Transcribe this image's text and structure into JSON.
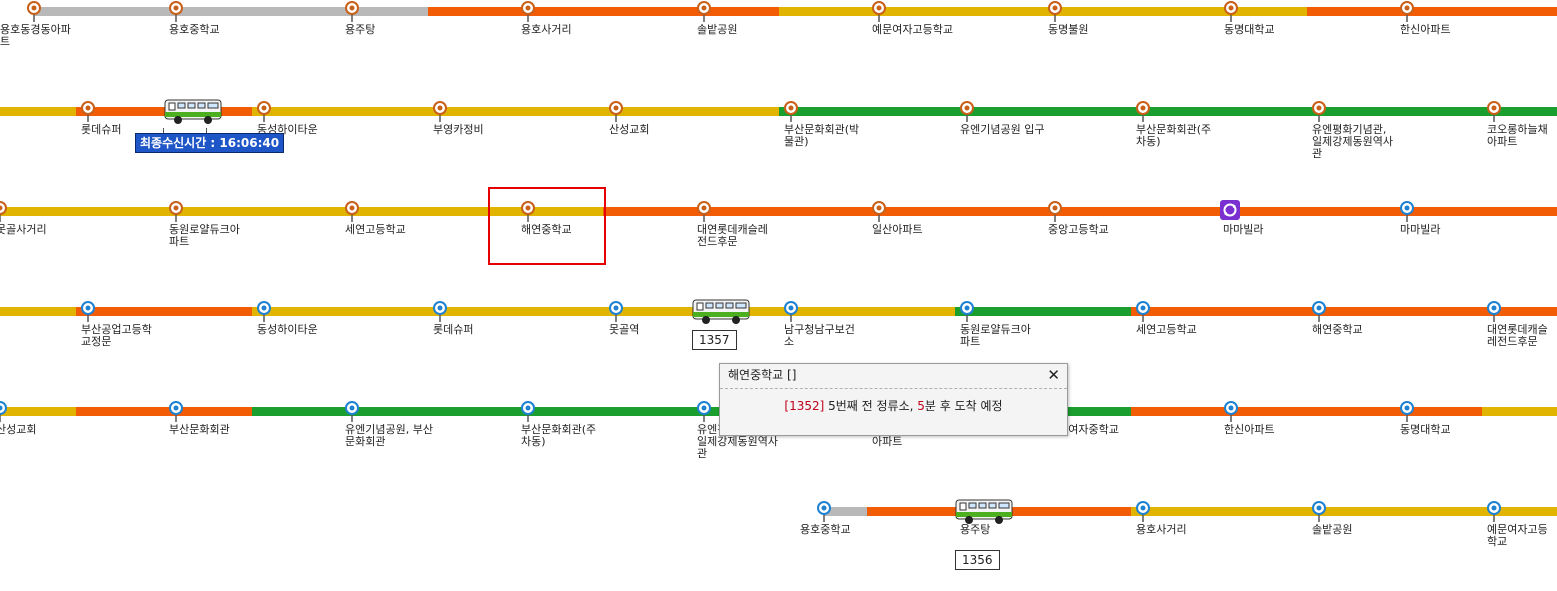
{
  "colors": {
    "gray": "#b9b9b9",
    "orange": "#f25c05",
    "yellow": "#e0b400",
    "green": "#1a9e2e",
    "marker_dir1": "#c8601a",
    "marker_dir2": "#1f82d0",
    "highlight": "#e60000",
    "transfer": "#7a2fd0"
  },
  "rows": [
    {
      "stops": [
        "용호동경동아파트",
        "용호중학교",
        "용주탕",
        "용호사거리",
        "솔밭공원",
        "예문여자고등학교",
        "동명불원",
        "동명대학교",
        "한신아파트"
      ]
    },
    {
      "stops": [
        "롯데슈퍼",
        "동성하이타운",
        "부영카정비",
        "산성교회",
        "부산문화회관(박물관)",
        "유엔기념공원 입구",
        "부산문화회관(주차동)",
        "유엔평화기념관,일제강제동원역사관",
        "코오롱하늘채아파트"
      ]
    },
    {
      "stops": [
        "못골사거리",
        "동원로얄듀크아파트",
        "세연고등학교",
        "해연중학교",
        "대연롯데캐슬레전드후문",
        "일산아파트",
        "중앙고등학교",
        "마마빌라",
        "마마빌라"
      ]
    },
    {
      "stops": [
        "부산공업고등학교정문",
        "동성하이타운",
        "롯데슈퍼",
        "못골역",
        "남구청남구보건소",
        "동원로얄듀크아파트",
        "세연고등학교",
        "해연중학교",
        "대연롯데캐슬레전드후문"
      ]
    },
    {
      "stops": [
        "산성교회",
        "부산문화회관",
        "유엔기념공원, 부산문화회관",
        "부산문화회관(주차동)",
        "유엔평화기념관,일제강제동원역사관",
        "코오롱하늘채아파트",
        "예문여자중학교",
        "한신아파트",
        "동명대학교"
      ]
    },
    {
      "stops": [
        "용호중학교",
        "용주탕",
        "용호사거리",
        "솔밭공원",
        "예문여자고등학교"
      ]
    }
  ],
  "buses": [
    {
      "number": ""
    },
    {
      "number": "1357"
    },
    {
      "number": "1356"
    }
  ],
  "last_received": "최종수신시간 : 16:06:40",
  "popup": {
    "title": "해연중학교 []",
    "close": "✕",
    "route": "[1352]",
    "text_a": " 5번째 전 정류소, ",
    "minutes": "5",
    "text_b": "분 후 도착 예정"
  },
  "icons": {
    "stop_marker": "stop-marker-icon",
    "bus": "bus-icon",
    "transfer": "transfer-icon",
    "close": "close-icon"
  }
}
